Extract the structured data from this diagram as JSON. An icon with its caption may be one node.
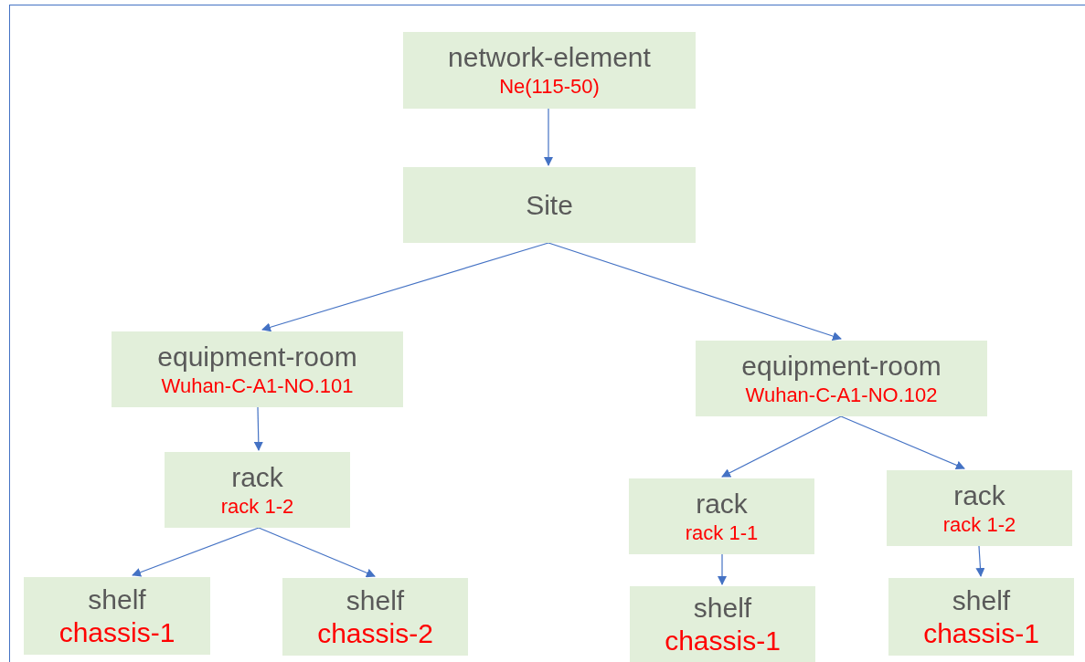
{
  "diagram": {
    "nodes": [
      {
        "text": [
          "network-element",
          "Ne(115-50)"
        ]
      },
      {
        "text": [
          "Site"
        ]
      },
      {
        "text": [
          "equipment-room",
          "Wuhan-C-A1-NO.101"
        ]
      },
      {
        "text": [
          "equipment-room",
          "Wuhan-C-A1-NO.102"
        ]
      },
      {
        "text": [
          "rack",
          "rack 1-2"
        ]
      },
      {
        "text": [
          "shelf",
          "chassis-1"
        ]
      },
      {
        "text": [
          "shelf",
          "chassis-2"
        ]
      },
      {
        "text": [
          "rack",
          "rack 1-1"
        ]
      },
      {
        "text": [
          "rack",
          "rack 1-2"
        ]
      },
      {
        "text": [
          "shelf",
          "chassis-1"
        ]
      },
      {
        "text": [
          "shelf",
          "chassis-1"
        ]
      }
    ],
    "edges": [
      {
        "from": 0,
        "to": 1,
        "arrow": "to"
      },
      {
        "from": 1,
        "to": 2,
        "arrow": "to"
      },
      {
        "from": 1,
        "to": 3,
        "arrow": "to"
      },
      {
        "from": 2,
        "to": 4,
        "arrow": "to"
      },
      {
        "from": 3,
        "to": 7,
        "arrow": "to"
      },
      {
        "from": 3,
        "to": 8,
        "arrow": "to"
      },
      {
        "from": 4,
        "to": 5,
        "arrow": "to"
      },
      {
        "from": 4,
        "to": 6,
        "arrow": "to"
      },
      {
        "from": 7,
        "to": 9,
        "arrow": "to"
      },
      {
        "from": 8,
        "to": 10,
        "arrow": "to"
      }
    ]
  }
}
